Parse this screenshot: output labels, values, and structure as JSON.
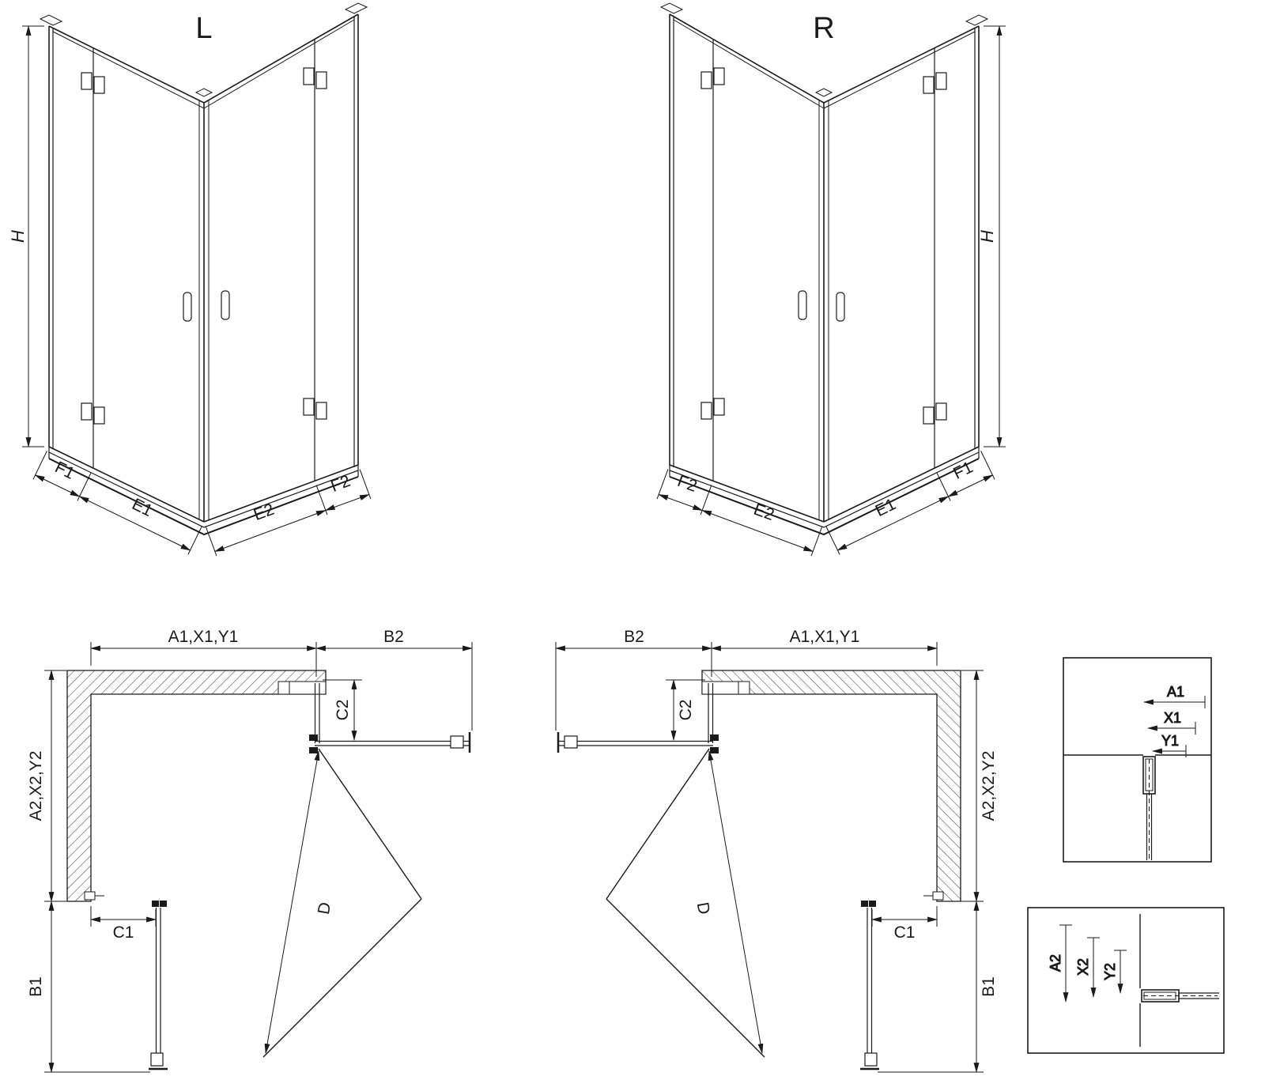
{
  "colors": {
    "line": "#1a1a1a",
    "background": "#ffffff"
  },
  "iso_left": {
    "variant": "L",
    "height": "H",
    "f1": "F1",
    "e1": "E1",
    "e2": "E2",
    "f2": "F2"
  },
  "iso_right": {
    "variant": "R",
    "height": "H",
    "f1": "F1",
    "e1": "E1",
    "e2": "E2",
    "f2": "F2"
  },
  "plan_left": {
    "top_width": "A1,X1,Y1",
    "b2": "B2",
    "c2": "C2",
    "side_depth": "A2,X2,Y2",
    "c1": "C1",
    "b1": "B1",
    "d": "D"
  },
  "plan_right": {
    "top_width": "A1,X1,Y1",
    "b2": "B2",
    "c2": "C2",
    "side_depth": "A2,X2,Y2",
    "c1": "C1",
    "b1": "B1",
    "d": "D"
  },
  "detail_top": {
    "a1": "A1",
    "x1": "X1",
    "y1": "Y1"
  },
  "detail_bottom": {
    "a2": "A2",
    "x2": "X2",
    "y2": "Y2"
  }
}
